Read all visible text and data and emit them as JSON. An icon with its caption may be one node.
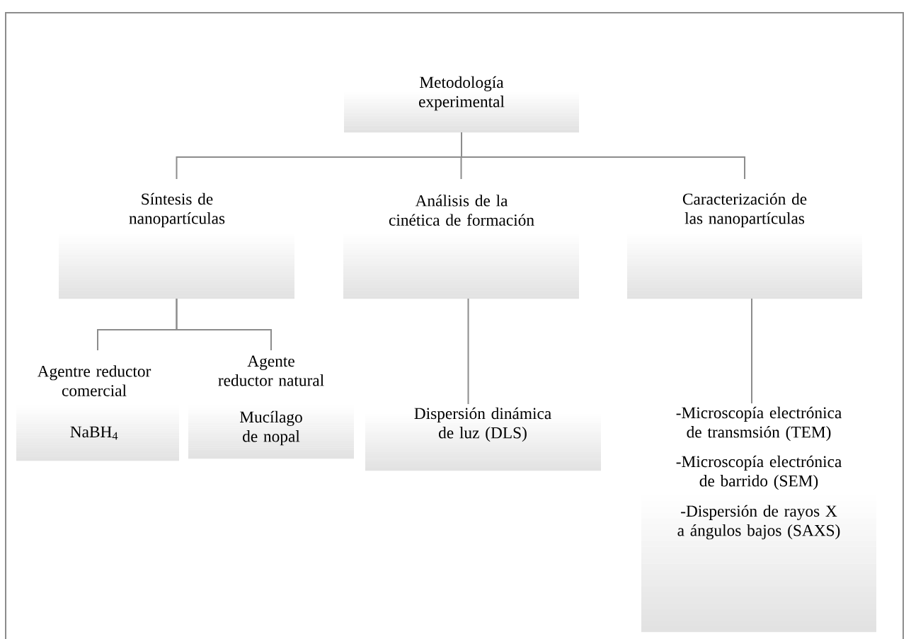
{
  "diagram": {
    "nodes": [
      {
        "text": [
          "Metodología experimental"
        ]
      },
      {
        "text": [
          "Síntesis de nanopartículas"
        ]
      },
      {
        "text": [
          "Análisis de la cinética de formación"
        ]
      },
      {
        "text": [
          "Caracterización de las nanopartículas"
        ]
      },
      {
        "text": [
          "Agentre reductor comercial",
          "NaBH$_{4}$"
        ]
      },
      {
        "text": [
          "Agente reductor natural",
          "Mucílago de nopal"
        ]
      },
      {
        "text": [
          "Dispersión dinámica de luz (DLS)"
        ]
      },
      {
        "text": [
          "-Microscopía electrónica de transmsión (TEM)",
          "-Microscopía electrónica de barrido (SEM)",
          "-Dispersión de rayos X a ángulos bajos (SAXS)"
        ]
      }
    ],
    "edges": [
      {
        "from": 0,
        "to": 1,
        "arrow": "none"
      },
      {
        "from": 0,
        "to": 2,
        "arrow": "none"
      },
      {
        "from": 0,
        "to": 3,
        "arrow": "none"
      },
      {
        "from": 1,
        "to": 4,
        "arrow": "none"
      },
      {
        "from": 1,
        "to": 5,
        "arrow": "none"
      },
      {
        "from": 2,
        "to": 6,
        "arrow": "none"
      },
      {
        "from": 3,
        "to": 7,
        "arrow": "none"
      }
    ]
  }
}
